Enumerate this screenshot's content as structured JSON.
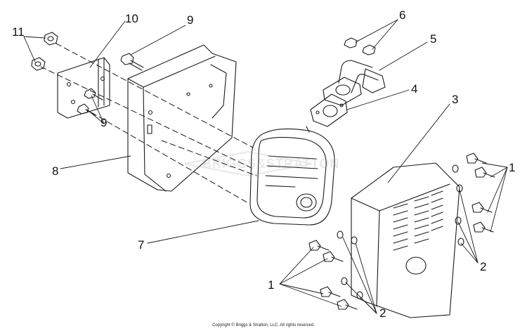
{
  "callouts": [
    {
      "id": "label-11",
      "text": "11"
    },
    {
      "id": "label-10",
      "text": "10"
    },
    {
      "id": "label-9-top",
      "text": "9"
    },
    {
      "id": "label-9-left",
      "text": "9"
    },
    {
      "id": "label-6",
      "text": "6"
    },
    {
      "id": "label-5",
      "text": "5"
    },
    {
      "id": "label-4",
      "text": "4"
    },
    {
      "id": "label-3",
      "text": "3"
    },
    {
      "id": "label-8",
      "text": "8"
    },
    {
      "id": "label-7",
      "text": "7"
    },
    {
      "id": "label-1-right",
      "text": "1"
    },
    {
      "id": "label-2-right",
      "text": "2"
    },
    {
      "id": "label-1-bottom",
      "text": "1"
    },
    {
      "id": "label-2-bottom",
      "text": "2"
    }
  ],
  "watermark": {
    "text": "BRIGGS&STRATTON"
  },
  "footer": {
    "copyright": "Copyright © Briggs & Stratton, LLC. All rights reserved."
  },
  "colors": {
    "line": "#1a1a1a",
    "background": "#ffffff",
    "watermark": "#9a9a9a"
  }
}
